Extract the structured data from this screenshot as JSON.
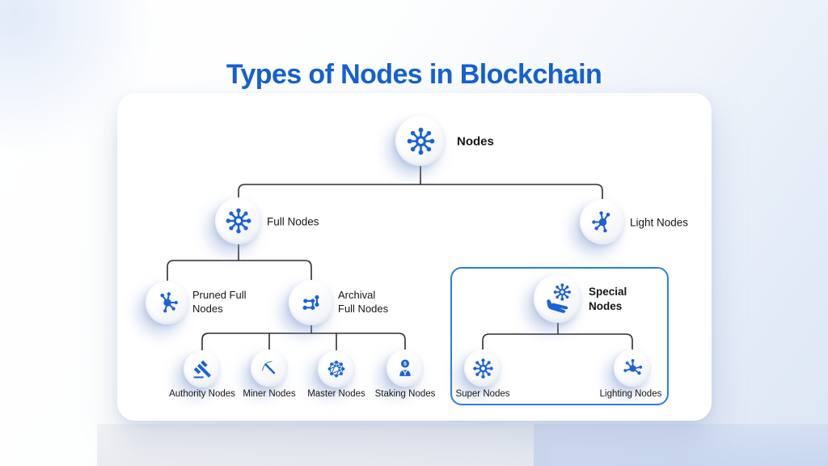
{
  "page": {
    "title": "Types of Nodes in Blockchain"
  },
  "colors": {
    "title_blue": "#1460d2",
    "icon_blue": "#1a62d8",
    "connector": "#2e2e2e",
    "special_box_border": "#2b7de9",
    "card_background": "#ffffff"
  },
  "tree": {
    "root": {
      "label": "Nodes",
      "icon": "hub-network-icon"
    },
    "full": {
      "label": "Full Nodes",
      "icon": "hub-network-icon"
    },
    "light": {
      "label": "Light Nodes",
      "icon": "spoke-node-icon"
    },
    "pruned": {
      "line1": "Pruned Full",
      "line2": "Nodes",
      "icon": "spoke-node-icon"
    },
    "archival": {
      "line1": "Archival",
      "line2": "Full Nodes",
      "icon": "route-dots-icon"
    },
    "authority": {
      "label": "Authority Nodes",
      "icon": "gavel-icon"
    },
    "miner": {
      "label": "Miner Nodes",
      "icon": "pickaxe-icon"
    },
    "master": {
      "label": "Master Nodes",
      "icon": "mesh-globe-icon"
    },
    "staking": {
      "label": "Staking Nodes",
      "icon": "staking-person-icon"
    },
    "special": {
      "line1": "Special",
      "line2": "Nodes",
      "icon": "hand-network-icon"
    },
    "super": {
      "label": "Super Nodes",
      "icon": "hub-network-icon"
    },
    "lighting": {
      "label": "Lighting Nodes",
      "icon": "spoke-node-icon"
    }
  }
}
